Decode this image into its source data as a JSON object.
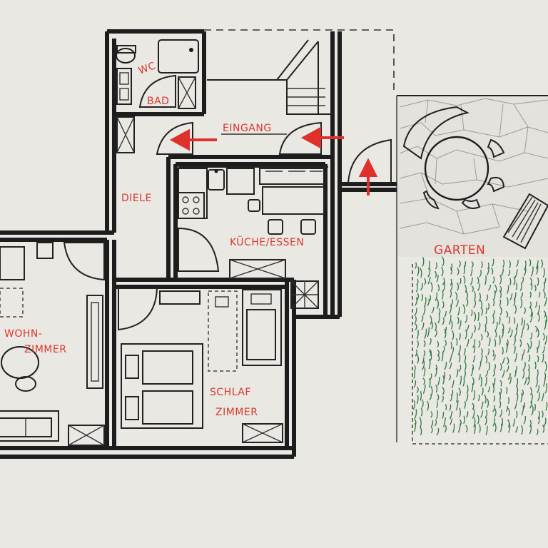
{
  "labels": {
    "wc": "WC",
    "bad": "BAD",
    "eingang": "EINGANG",
    "diele": "DIELE",
    "kueche": "KÜCHE/ESSEN",
    "wohnzimmer_1": "WOHN-",
    "wohnzimmer_2": "ZIMMER",
    "schlafzimmer_1": "SCHLAF",
    "schlafzimmer_2": "ZIMMER",
    "garten": "GARTEN"
  },
  "colors": {
    "paper": "#e9e8e3",
    "ink": "#1d1d1d",
    "label_red": "#d9382f",
    "grass_green": "#2e7a3f",
    "terrace_stone": "#9a9a96"
  },
  "icons": [
    "entrance-arrow-icon",
    "stove-icon",
    "sink-icon",
    "toilet-icon",
    "stair-icon",
    "table-icon"
  ]
}
